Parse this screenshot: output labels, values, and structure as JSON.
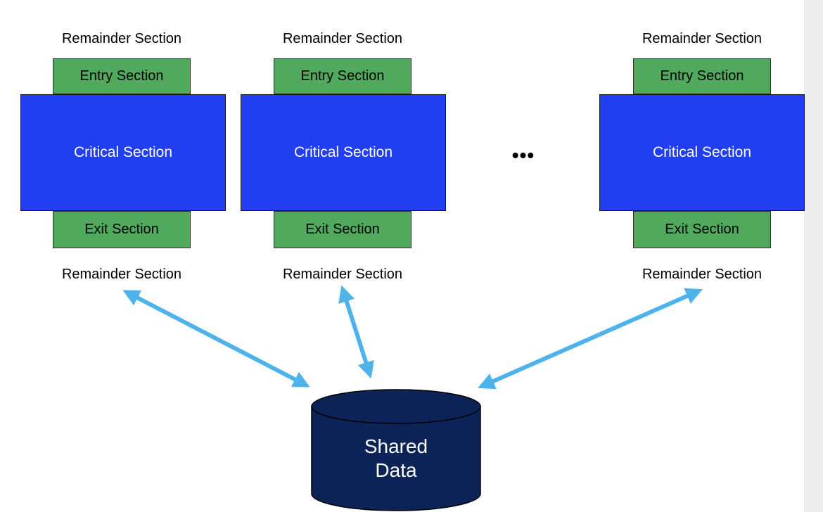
{
  "processes": [
    {
      "remainder_top": "Remainder Section",
      "entry": "Entry Section",
      "critical": "Critical Section",
      "exit": "Exit Section",
      "remainder_bottom": "Remainder Section"
    },
    {
      "remainder_top": "Remainder Section",
      "entry": "Entry Section",
      "critical": "Critical Section",
      "exit": "Exit Section",
      "remainder_bottom": "Remainder Section"
    },
    {
      "remainder_top": "Remainder Section",
      "entry": "Entry Section",
      "critical": "Critical Section",
      "exit": "Exit Section",
      "remainder_bottom": "Remainder Section"
    }
  ],
  "ellipsis": "•••",
  "shared_data": {
    "line1": "Shared",
    "line2": "Data"
  },
  "colors": {
    "entry_exit_fill": "#51a95d",
    "critical_fill": "#213ef0",
    "database_fill": "#0b2356",
    "arrow": "#4eb3ea"
  }
}
